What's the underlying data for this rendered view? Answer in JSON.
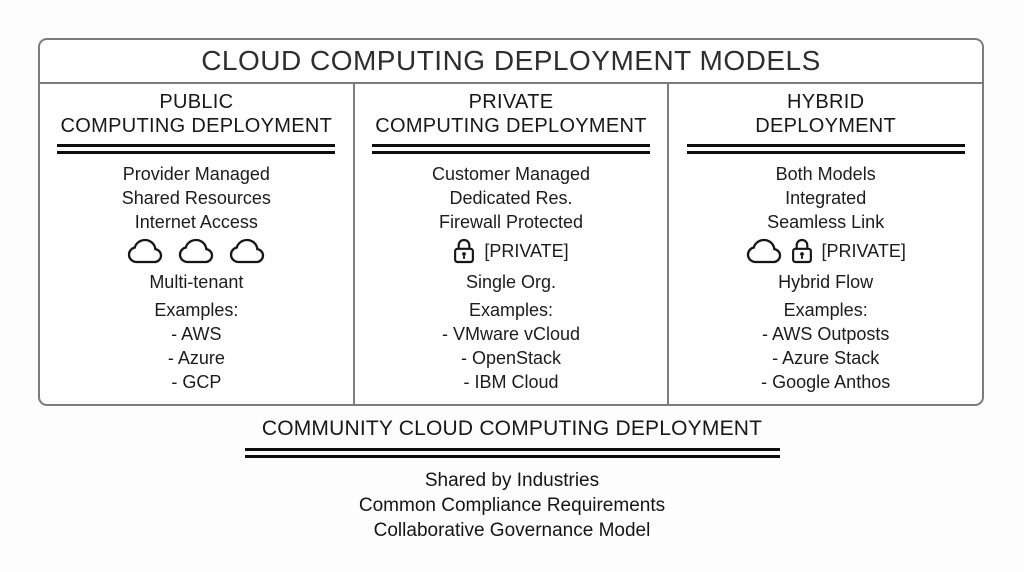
{
  "diagram": {
    "title": "CLOUD COMPUTING DEPLOYMENT MODELS",
    "columns": [
      {
        "id": "public",
        "header_line1": "PUBLIC",
        "header_line2": "COMPUTING DEPLOYMENT",
        "features": [
          "Provider Managed",
          "Shared Resources",
          "Internet Access"
        ],
        "icons": [
          "cloud-icon",
          "cloud-icon",
          "cloud-icon"
        ],
        "icon_label": "",
        "tenancy": "Multi-tenant",
        "examples_label": "Examples:",
        "examples": [
          "- AWS",
          "- Azure",
          "- GCP"
        ]
      },
      {
        "id": "private",
        "header_line1": "PRIVATE",
        "header_line2": "COMPUTING DEPLOYMENT",
        "features": [
          "Customer Managed",
          "Dedicated Res.",
          "Firewall Protected"
        ],
        "icons": [
          "lock-icon"
        ],
        "icon_label": "[PRIVATE]",
        "tenancy": "Single Org.",
        "examples_label": "Examples:",
        "examples": [
          "- VMware vCloud",
          "- OpenStack",
          "- IBM Cloud"
        ]
      },
      {
        "id": "hybrid",
        "header_line1": "HYBRID",
        "header_line2": "DEPLOYMENT",
        "features": [
          "Both Models",
          "Integrated",
          "Seamless Link"
        ],
        "icons": [
          "cloud-icon",
          "lock-icon"
        ],
        "icon_label": "[PRIVATE]",
        "tenancy": "Hybrid Flow",
        "examples_label": "Examples:",
        "examples": [
          "- AWS Outposts",
          "- Azure Stack",
          "- Google Anthos"
        ]
      }
    ],
    "community": {
      "title": "COMMUNITY CLOUD COMPUTING DEPLOYMENT",
      "features": [
        "Shared by Industries",
        "Common Compliance Requirements",
        "Collaborative Governance Model"
      ]
    },
    "colors": {
      "border": "#7c7c7c",
      "rule": "#0d0d0d",
      "text": "#1c1c1c"
    }
  }
}
